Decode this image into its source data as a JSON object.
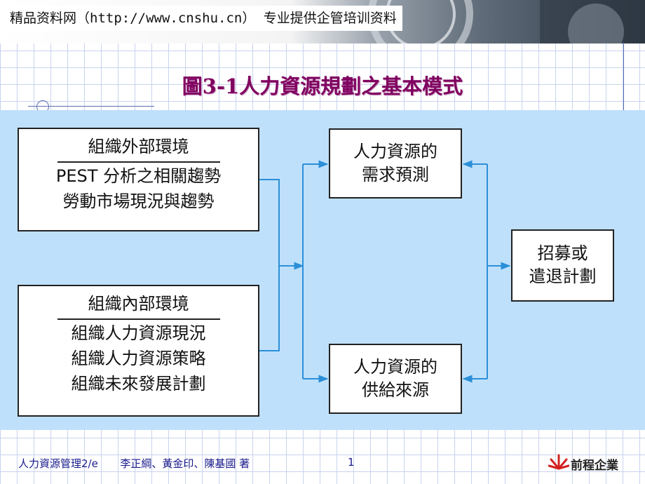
{
  "banner": {
    "text": "精品资料网（http://www.cnshu.cn） 专业提供企管培训资料"
  },
  "title": "圖3-1人力資源規劃之基本模式",
  "diagram": {
    "external_env": {
      "heading": "組織外部環境",
      "lines": [
        "PEST 分析之相關趨勢",
        "勞動市場現況與趨勢"
      ]
    },
    "internal_env": {
      "heading": "組織內部環境",
      "lines": [
        "組織人力資源現況",
        "組織人力資源策略",
        "組織未來發展計劃"
      ]
    },
    "demand_forecast": {
      "lines": [
        "人力資源的",
        "需求預測"
      ]
    },
    "supply_sources": {
      "lines": [
        "人力資源的",
        "供給來源"
      ]
    },
    "recruit_plan": {
      "lines": [
        "招募或",
        "遣退計劃"
      ]
    }
  },
  "footer": {
    "book": "人力資源管理2/e",
    "authors": "李正綱、黃金印、陳基國 著",
    "page": "1",
    "publisher": "前程企業"
  },
  "colors": {
    "title": "#800060",
    "panel": "#bfe0fb",
    "arrow": "#2b8fd8",
    "footer_text": "#1b1b8c",
    "logo": "#d42020"
  }
}
